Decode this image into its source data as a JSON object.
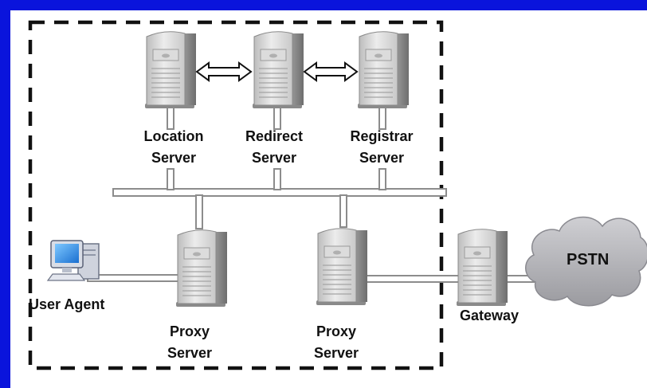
{
  "colors": {
    "frame_blue": "#0a14dc",
    "server_body": "#d6d6d6",
    "cable": "#8c8c8c",
    "cloud": "#b4b4b8",
    "boundary": "#111111"
  },
  "icons": {
    "server": "server-tower-icon",
    "user_agent": "desktop-computer-icon",
    "arrow": "double-headed-arrow-icon",
    "cloud": "cloud-icon"
  },
  "labels": {
    "location_server": [
      "Location",
      "Server"
    ],
    "redirect_server": [
      "Redirect",
      "Server"
    ],
    "registrar_server": [
      "Registrar",
      "Server"
    ],
    "user_agent": "User Agent",
    "proxy_server_1": [
      "Proxy",
      "Server"
    ],
    "proxy_server_2": [
      "Proxy",
      "Server"
    ],
    "gateway": "Gateway",
    "pstn": "PSTN"
  }
}
